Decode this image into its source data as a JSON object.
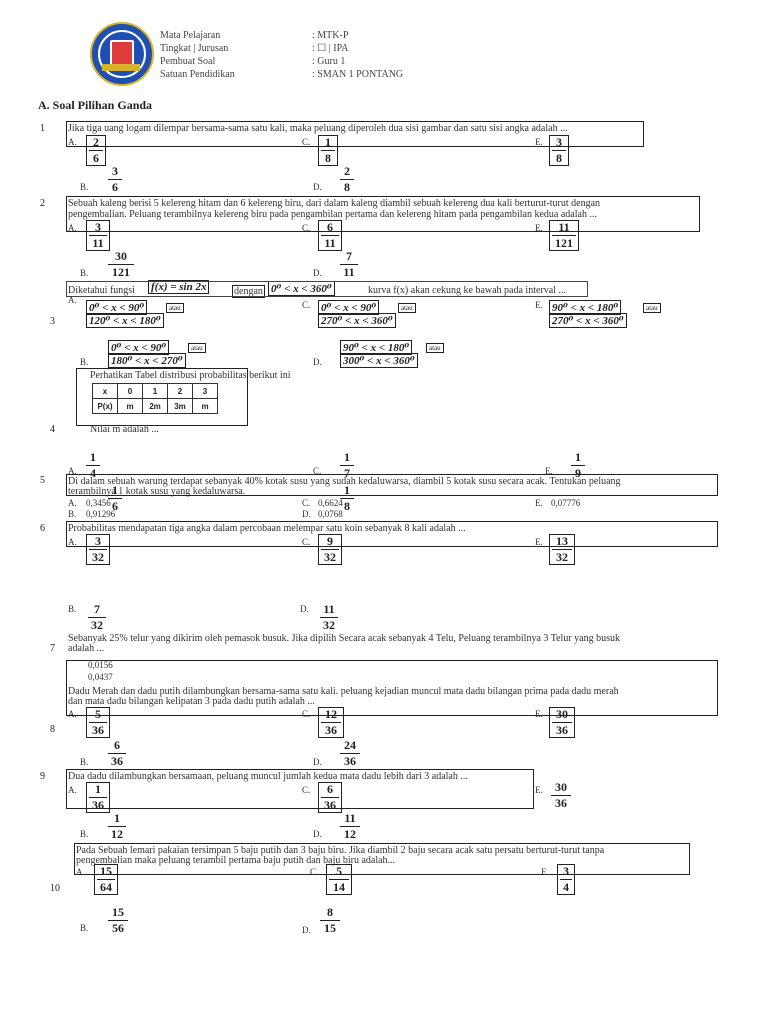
{
  "header": {
    "rows": [
      {
        "label": "Mata Pelajaran",
        "value": ": MTK-P"
      },
      {
        "label": "Tingkat | Jurusan",
        "value": ": ☐ | IPA"
      },
      {
        "label": "Pembuat Soal",
        "value": ": Guru 1"
      },
      {
        "label": "Satuan Pendidikan",
        "value": ": SMAN 1 PONTANG"
      }
    ]
  },
  "section_title": "A. Soal Pilihan Ganda",
  "questions": {
    "q1": {
      "num": "1",
      "text": "Jika tiga uang logam dilempar bersama-sama satu kali, maka peluang diperoleh dua sisi gambar dan satu sisi angka adalah ...",
      "A": [
        "2",
        "6"
      ],
      "B": [
        "3",
        "6"
      ],
      "C": [
        "1",
        "8"
      ],
      "D": [
        "2",
        "8"
      ],
      "E": [
        "3",
        "8"
      ]
    },
    "q2": {
      "num": "2",
      "line1": "Sebuah kaleng berisi 5 kelereng hitam dan 6 kelereng biru, dari dalam kaleng diambil sebuah kelereng dua kali berturut-turut dengan",
      "line2": "pengembalian. Peluang terambilnya kelereng biru pada pengambilan pertama dan kelereng hitam pada pengambilan kedua adalah ...",
      "A": [
        "3",
        "11"
      ],
      "B": [
        "30",
        "121"
      ],
      "C": [
        "6",
        "11"
      ],
      "D": [
        "7",
        "11"
      ],
      "E": [
        "11",
        "121"
      ]
    },
    "q3": {
      "num": "3",
      "pre": "Diketahui fungsi",
      "fx": "f(x) = sin 2x",
      "mid": "dengan",
      "dom": "0⁰ < x < 360⁰",
      "post": "kurva f(x) akan cekung ke bawah pada interval ...",
      "A1": "0⁰ < x < 90⁰",
      "A2": "120⁰ < x < 180⁰",
      "B1": "0⁰ < x < 90⁰",
      "B2": "180⁰ < x < 270⁰",
      "C1": "0⁰ < x < 90⁰",
      "C2": "270⁰ < x < 360⁰",
      "D1": "90⁰ < x < 180⁰",
      "D2": "300⁰ < x < 360⁰",
      "E1": "90⁰ < x < 180⁰",
      "E2": "270⁰ < x < 360⁰",
      "atau": "atau"
    },
    "q4": {
      "num": "4",
      "intro": "Perhatikan Tabel distribusi probabilitas berikut ini",
      "table": {
        "row1": [
          "x",
          "0",
          "1",
          "2",
          "3"
        ],
        "row2": [
          "P(x)",
          "m",
          "2m",
          "3m",
          "m"
        ]
      },
      "ask": "Nilai m adalah ...",
      "A": [
        "1",
        "4"
      ],
      "B": [
        "1",
        "6"
      ],
      "C": [
        "1",
        "7"
      ],
      "D": [
        "1",
        "8"
      ],
      "E": [
        "1",
        "9"
      ]
    },
    "q5": {
      "num": "5",
      "line1": "Di dalam sebuah warung terdapat sebanyak 40% kotak susu yang sudah kedaluwarsa, diambil 5 kotak susu secara acak. Tentukan peluang",
      "line2": "terambilnya 1 kotak susu yang kedaluwarsa.",
      "A": "0,3456",
      "B": "0,91296",
      "C": "0,6624",
      "D": "0,0768",
      "E": "0,07776"
    },
    "q6": {
      "num": "6",
      "text": "Probabilitas mendapatan tiga angka dalam percobaan melempar satu koin sebanyak 8 kali adalah ...",
      "A": [
        "3",
        "32"
      ],
      "B": [
        "7",
        "32"
      ],
      "C": [
        "9",
        "32"
      ],
      "D": [
        "11",
        "32"
      ],
      "E": [
        "13",
        "32"
      ]
    },
    "q7": {
      "num": "7",
      "line1": "Sebanyak 25% telur yang dikirim oleh pemasok busuk. Jika dipilih Secara acak sebanyak 4 Telu, Peluang terambilnya 3 Telur yang busuk",
      "line2": "adalah ...",
      "opt1": "0,0156",
      "opt2": "0,0437"
    },
    "q8": {
      "num": "8",
      "line1": "Dadu Merah dan dadu putih dilambungkan bersama-sama satu kali. peluang kejadian muncul mata dadu bilangan prima pada dadu merah",
      "line2": "dan mata dadu bilangan kelipatan 3 pada dadu putih adalah ...",
      "A": [
        "5",
        "36"
      ],
      "B": [
        "6",
        "36"
      ],
      "C": [
        "12",
        "36"
      ],
      "D": [
        "24",
        "36"
      ],
      "E": [
        "30",
        "36"
      ]
    },
    "q9": {
      "num": "9",
      "text": "Dua dadu dilambungkan bersamaan, peluang muncul jumlah kedua mata dadu lebih dari 3 adalah ...",
      "A": [
        "1",
        "36"
      ],
      "B": [
        "1",
        "12"
      ],
      "C": [
        "6",
        "36"
      ],
      "D": [
        "11",
        "12"
      ],
      "E": [
        "30",
        "36"
      ]
    },
    "q10": {
      "num": "10",
      "line1": "Pada Sebuah lemari pakaian tersimpan 5 baju putih dan 3 baju biru. Jika diambil 2 baju secara acak satu persatu berturut-turut tanpa",
      "line2": "pengembalian maka peluang terambil pertama baju putih dan baju biru adalah...",
      "A": [
        "15",
        "64"
      ],
      "B": [
        "15",
        "56"
      ],
      "C": [
        "5",
        "14"
      ],
      "D": [
        "8",
        "15"
      ],
      "E": [
        "3",
        "4"
      ]
    }
  },
  "labels": {
    "A": "A.",
    "B": "B.",
    "C": "C.",
    "D": "D.",
    "E": "E."
  }
}
